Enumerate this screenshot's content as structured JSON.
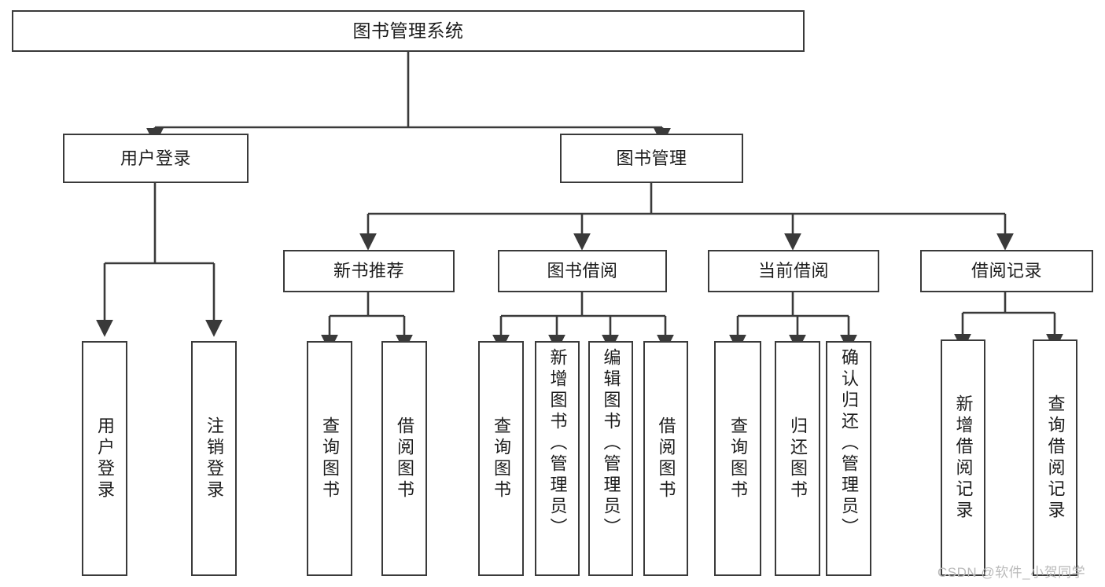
{
  "diagram": {
    "title": "图书管理系统",
    "type": "hierarchy-tree",
    "nodes": {
      "root": {
        "label": "图书管理系统",
        "level": 0
      },
      "user_login": {
        "label": "用户登录",
        "level": 1
      },
      "book_manage": {
        "label": "图书管理",
        "level": 1
      },
      "new_book_rec": {
        "label": "新书推荐",
        "level": 2
      },
      "book_borrow": {
        "label": "图书借阅",
        "level": 2
      },
      "current_borrow": {
        "label": "当前借阅",
        "level": 2
      },
      "borrow_record": {
        "label": "借阅记录",
        "level": 2
      },
      "leaf_user_login": {
        "label": "用户登录",
        "level": 3
      },
      "leaf_logout": {
        "label": "注销登录",
        "level": 3
      },
      "leaf_query_book_a": {
        "label": "查询图书",
        "level": 3
      },
      "leaf_borrow_book_a": {
        "label": "借阅图书",
        "level": 3
      },
      "leaf_query_book_b": {
        "label": "查询图书",
        "level": 3
      },
      "leaf_add_book": {
        "label": "新增图书（管理员）",
        "level": 3
      },
      "leaf_edit_book": {
        "label": "编辑图书（管理员）",
        "level": 3
      },
      "leaf_borrow_book_b": {
        "label": "借阅图书",
        "level": 3
      },
      "leaf_query_book_c": {
        "label": "查询图书",
        "level": 3
      },
      "leaf_return_book": {
        "label": "归还图书",
        "level": 3
      },
      "leaf_confirm_return": {
        "label": "确认归还（管理员）",
        "level": 3
      },
      "leaf_add_record": {
        "label": "新增借阅记录",
        "level": 3
      },
      "leaf_query_record": {
        "label": "查询借阅记录",
        "level": 3
      }
    },
    "edges": [
      {
        "from": "root",
        "to": "user_login"
      },
      {
        "from": "root",
        "to": "book_manage"
      },
      {
        "from": "user_login",
        "to": "leaf_user_login"
      },
      {
        "from": "user_login",
        "to": "leaf_logout"
      },
      {
        "from": "book_manage",
        "to": "new_book_rec"
      },
      {
        "from": "book_manage",
        "to": "book_borrow"
      },
      {
        "from": "book_manage",
        "to": "current_borrow"
      },
      {
        "from": "book_manage",
        "to": "borrow_record"
      },
      {
        "from": "new_book_rec",
        "to": "leaf_query_book_a"
      },
      {
        "from": "new_book_rec",
        "to": "leaf_borrow_book_a"
      },
      {
        "from": "book_borrow",
        "to": "leaf_query_book_b"
      },
      {
        "from": "book_borrow",
        "to": "leaf_add_book"
      },
      {
        "from": "book_borrow",
        "to": "leaf_edit_book"
      },
      {
        "from": "book_borrow",
        "to": "leaf_borrow_book_b"
      },
      {
        "from": "current_borrow",
        "to": "leaf_query_book_c"
      },
      {
        "from": "current_borrow",
        "to": "leaf_return_book"
      },
      {
        "from": "current_borrow",
        "to": "leaf_confirm_return"
      },
      {
        "from": "borrow_record",
        "to": "leaf_add_record"
      },
      {
        "from": "borrow_record",
        "to": "leaf_query_record"
      }
    ],
    "colors": {
      "stroke": "#3a3a3a",
      "fill": "#ffffff",
      "text": "#1d1d1d",
      "watermark": "#b9b9b9"
    }
  },
  "watermark": {
    "text": "CSDN @软件_小贺同学"
  }
}
